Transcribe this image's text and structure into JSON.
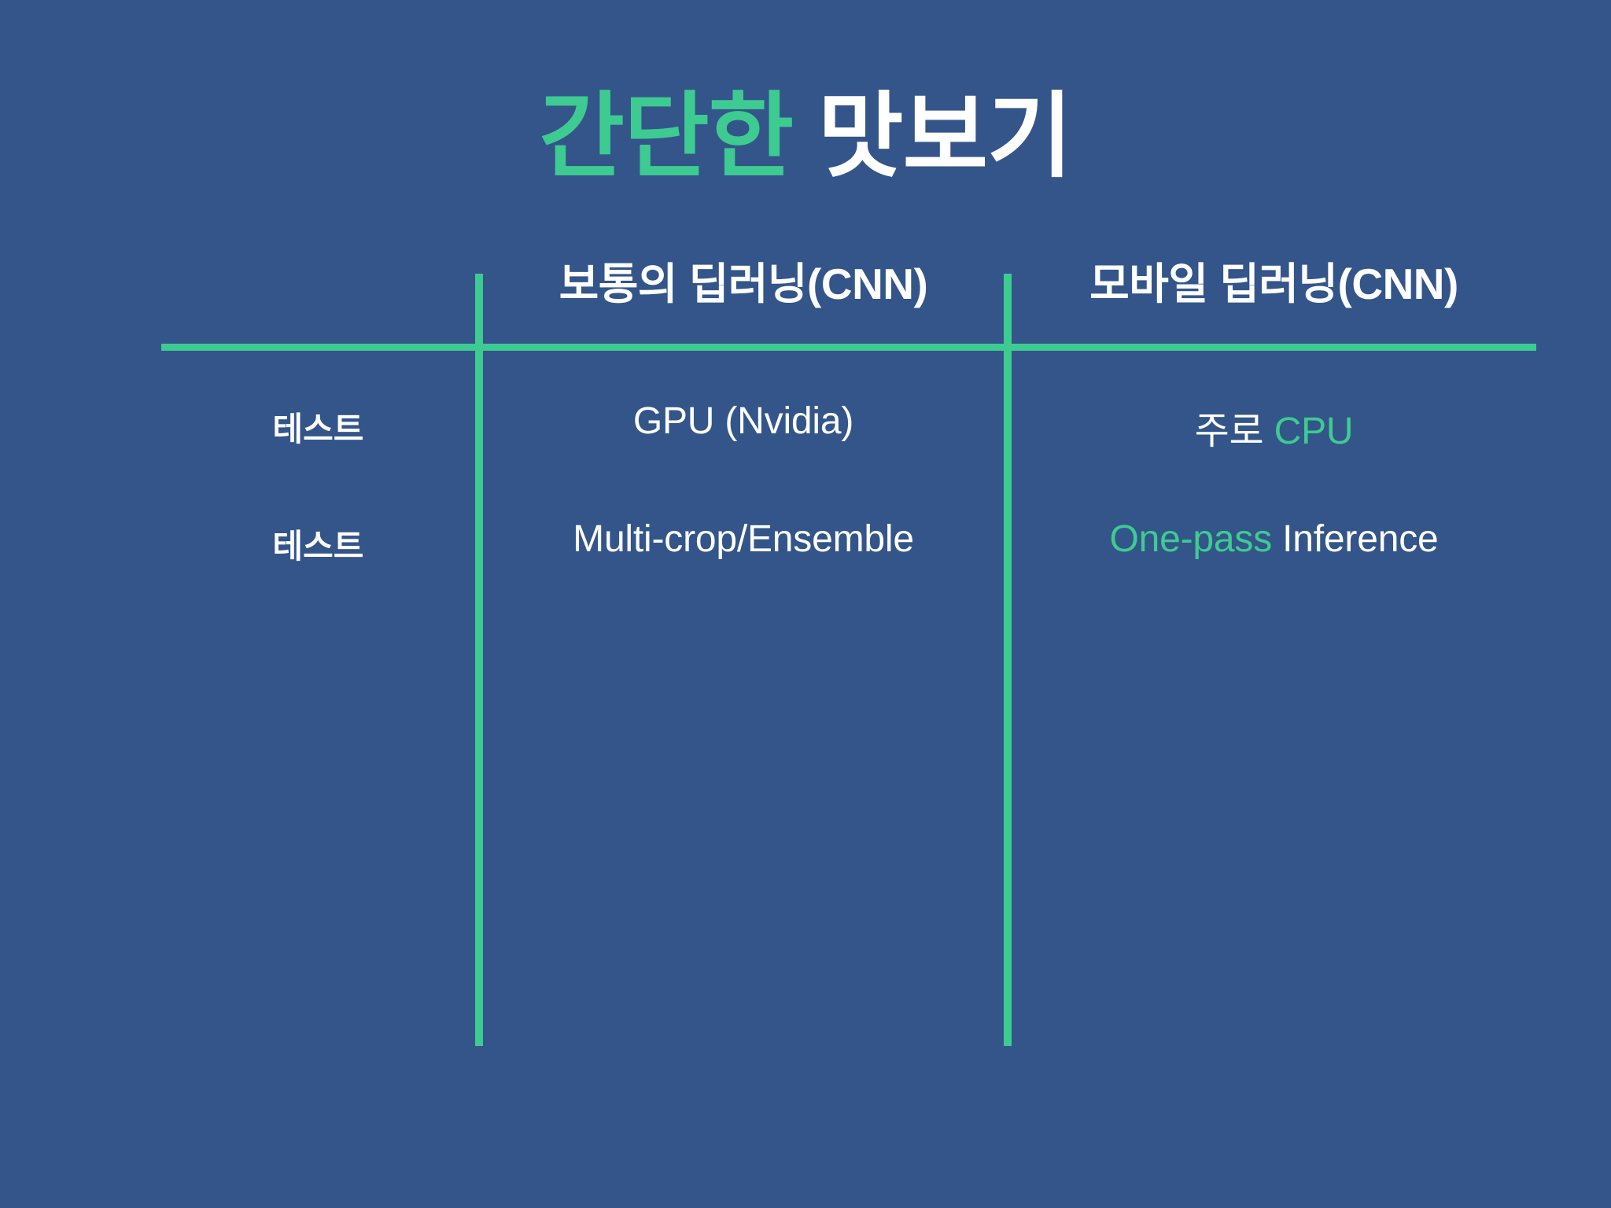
{
  "slide": {
    "background_color": "#33558a",
    "accent_color": "#3ecb91",
    "text_color": "#ffffff"
  },
  "title": {
    "accent_text": "간단한",
    "plain_text": "맛보기",
    "full_text": "간단한 맛보기"
  },
  "table": {
    "corner_label": "",
    "column_headers": [
      {
        "label": "보통의 딥러닝(CNN)"
      },
      {
        "label": "모바일 딥러닝(CNN)"
      }
    ],
    "rows": [
      {
        "label": "테스트",
        "cells": [
          {
            "highlight": "",
            "plain": "GPU (Nvidia)"
          },
          {
            "plain_prefix": "주로 ",
            "highlight": "CPU",
            "plain_suffix": ""
          }
        ]
      },
      {
        "label": "테스트",
        "cells": [
          {
            "highlight": "",
            "plain": "Multi-crop/Ensemble"
          },
          {
            "plain_prefix": "",
            "highlight": "One-pass",
            "plain_suffix": " Inference"
          }
        ]
      }
    ]
  }
}
